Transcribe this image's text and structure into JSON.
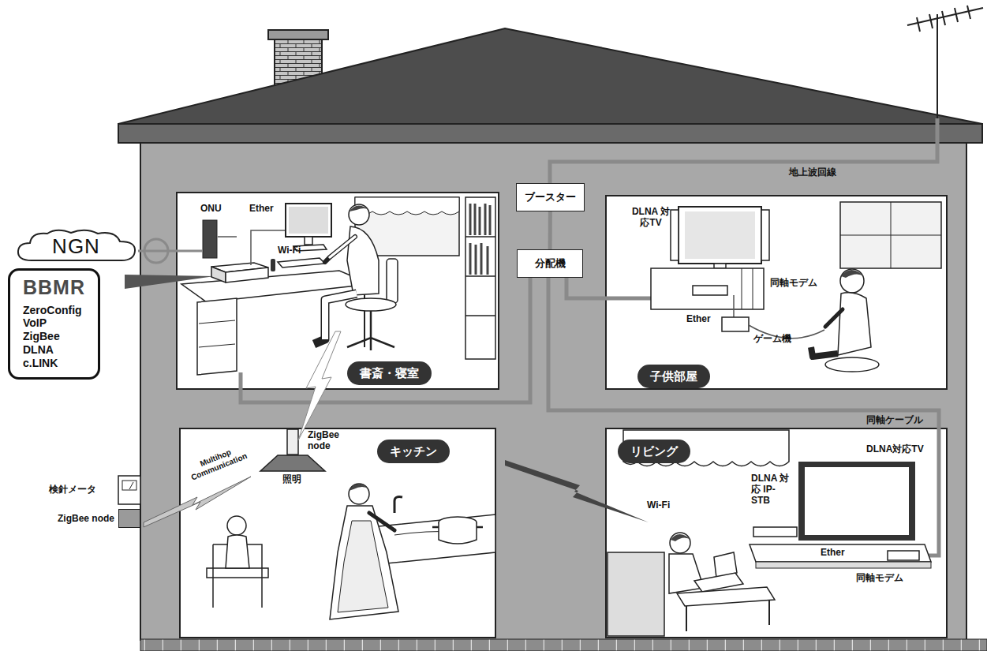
{
  "diagram": {
    "nodes": [
      {
        "text": [
          "NGN"
        ]
      },
      {
        "text": [
          "BBMR",
          "ZeroConfig VoIP ZigBee DLNA c.LINK"
        ]
      },
      {
        "text": [
          "ブースター"
        ]
      },
      {
        "text": [
          "分配機"
        ]
      },
      {
        "text": [
          "書斎・寝室"
        ]
      },
      {
        "text": [
          "子供部屋"
        ]
      },
      {
        "text": [
          "キッチン"
        ]
      },
      {
        "text": [
          "リビング"
        ]
      },
      {
        "text": [
          "ZigBee node"
        ]
      }
    ],
    "edges": [
      {
        "from": 2,
        "to": 3,
        "arrow": "none"
      }
    ],
    "labels": [
      "地上波回線",
      "ONU",
      "Ether",
      "Wi-Fi",
      "DLNA 対応TV",
      "同軸モデム",
      "Ether",
      "ゲーム機",
      "同軸ケーブル",
      "ZigBee node",
      "Multihop Communication",
      "照明",
      "検針メータ",
      "Wi-Fi",
      "DLNA対応TV",
      "DLNA 対応 IP-STB",
      "Ether",
      "同軸モデム"
    ]
  }
}
